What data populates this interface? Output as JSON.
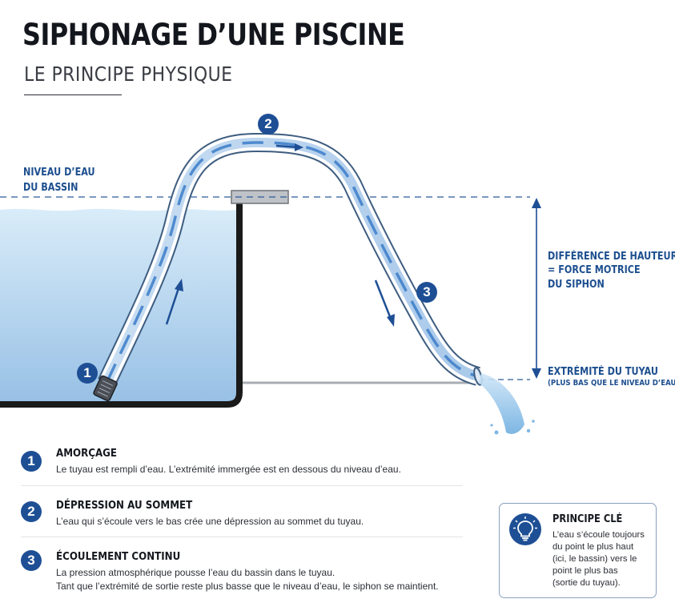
{
  "header": {
    "title": "SIPHONAGE D’UNE PISCINE",
    "subtitle": "LE PRINCIPE PHYSIQUE"
  },
  "diagram": {
    "water_level_label": [
      "NIVEAU D’EAU",
      "DU BASSIN"
    ],
    "height_difference_label": [
      "DIFFÉRENCE DE HAUTEUR",
      "= FORCE MOTRICE",
      "DU SIPHON"
    ],
    "hose_end_label": "EXTRÉMITÉ DU TUYAU",
    "hose_end_note": "(PLUS BAS QUE LE NIVEAU D’EAU)",
    "badges": [
      "1",
      "2",
      "3"
    ]
  },
  "steps": [
    {
      "number": "1",
      "title": "AMORÇAGE",
      "text": "Le tuyau est rempli d’eau. L’extrémité immergée est en dessous du niveau d’eau."
    },
    {
      "number": "2",
      "title": "DÉPRESSION AU SOMMET",
      "text": "L’eau qui s’écoule vers le bas crée une dépression au sommet du tuyau."
    },
    {
      "number": "3",
      "title": "ÉCOULEMENT CONTINU",
      "text_lines": [
        "La pression atmosphérique pousse l’eau du bassin dans le tuyau.",
        "Tant que l’extrémité de sortie reste plus basse que le niveau d’eau, le siphon se maintient."
      ]
    }
  ],
  "principle": {
    "icon": "lightbulb-icon",
    "title": "PRINCIPE CLÉ",
    "lines": [
      "L’eau s’écoule toujours",
      "du point le plus haut",
      "(ici, le bassin) vers le",
      "point le plus bas",
      "(sortie du tuyau)."
    ]
  },
  "colors": {
    "accent": "#1e4f95",
    "label": "#1d4f8f",
    "water_top": "#d6eaf8",
    "water_bottom": "#9cc3e6",
    "pool_wall": "#1a1a1a"
  }
}
